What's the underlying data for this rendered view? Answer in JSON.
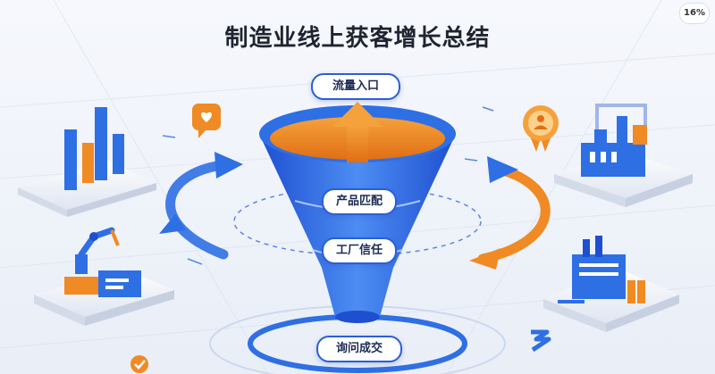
{
  "title": "制造业线上获客增长总结",
  "funnel": {
    "top_label": "流量入口",
    "stage1_label": "产品匹配",
    "stage2_label": "工厂信任",
    "bottom_label": "询问成交"
  },
  "badge": "16%",
  "icons": [
    "bar-chart-icon",
    "heart-icon",
    "award-medal-icon",
    "factory-icon",
    "robot-arm-icon",
    "warehouse-icon",
    "check-icon",
    "refresh-arrow-icon"
  ],
  "colors": {
    "primary_blue": "#2f6fe4",
    "accent_orange": "#f08a24",
    "text_dark": "#1f2430",
    "background": "#f2f5fb"
  }
}
